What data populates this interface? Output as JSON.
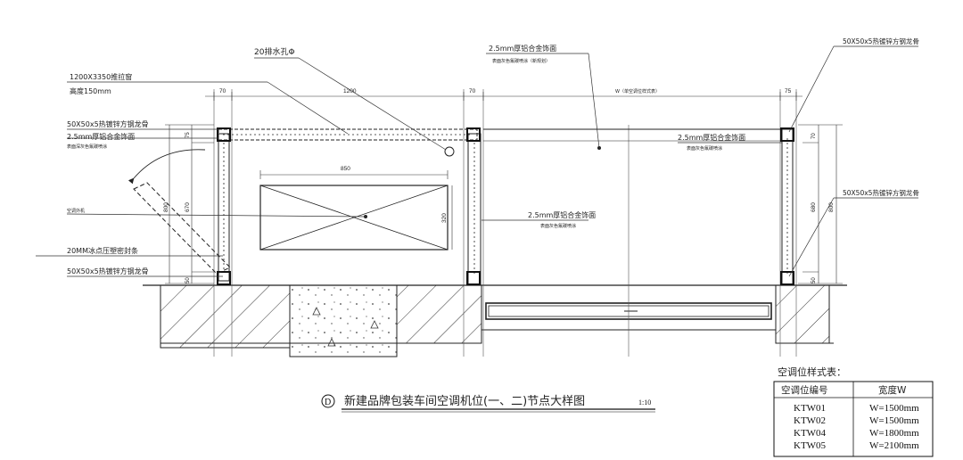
{
  "title": {
    "mark": "D",
    "text": "新建品牌包装车间空调机位(一、二)节点大样图",
    "scale": "1:10"
  },
  "dimensions": {
    "top": [
      "70",
      "1200",
      "70",
      "W（单空调位样式表）",
      "75"
    ],
    "width_850": "850",
    "left_v": [
      "75",
      "670",
      "800",
      "50"
    ],
    "right_v": [
      "70",
      "680",
      "800",
      "50"
    ],
    "inner_320": "320"
  },
  "callouts": {
    "drain_hole": "20排水孔Φ",
    "opening_size": "1200X3350推拉窗",
    "sill": "高度150mm",
    "steel_tube_tl": "50X50x5热镀锌方钢龙骨",
    "alu_panel_l": "2.5mm厚铝合金饰面",
    "alu_panel_l_sub": "表面深灰色氟碳喷涂",
    "ac_unit": "空调外机",
    "vent": "20MM冰点压塑密封条",
    "steel_tube_bl": "50X50x5热镀锌方钢龙骨",
    "alu_panel_top": "2.5mm厚铝合金饰面",
    "alu_panel_top_sub": "表面灰色氟碳喷涂（新规划）",
    "alu_panel_mid": "2.5mm厚铝合金饰面",
    "alu_panel_mid_sub": "表面灰色氟碳喷涂",
    "alu_panel_r": "2.5mm厚铝合金饰面",
    "alu_panel_r_sub": "表面灰色氟碳喷涂",
    "steel_tube_tr": "50X50x5热镀锌方钢龙骨",
    "steel_tube_r": "50X50x5热镀锌方钢龙骨"
  },
  "table": {
    "caption": "空调位样式表：",
    "headers": [
      "空调位编号",
      "宽度W"
    ],
    "rows": [
      [
        "KTW01",
        "W=1500mm"
      ],
      [
        "KTW02",
        "W=1500mm"
      ],
      [
        "KTW04",
        "W=1800mm"
      ],
      [
        "KTW05",
        "W=2100mm"
      ]
    ]
  }
}
